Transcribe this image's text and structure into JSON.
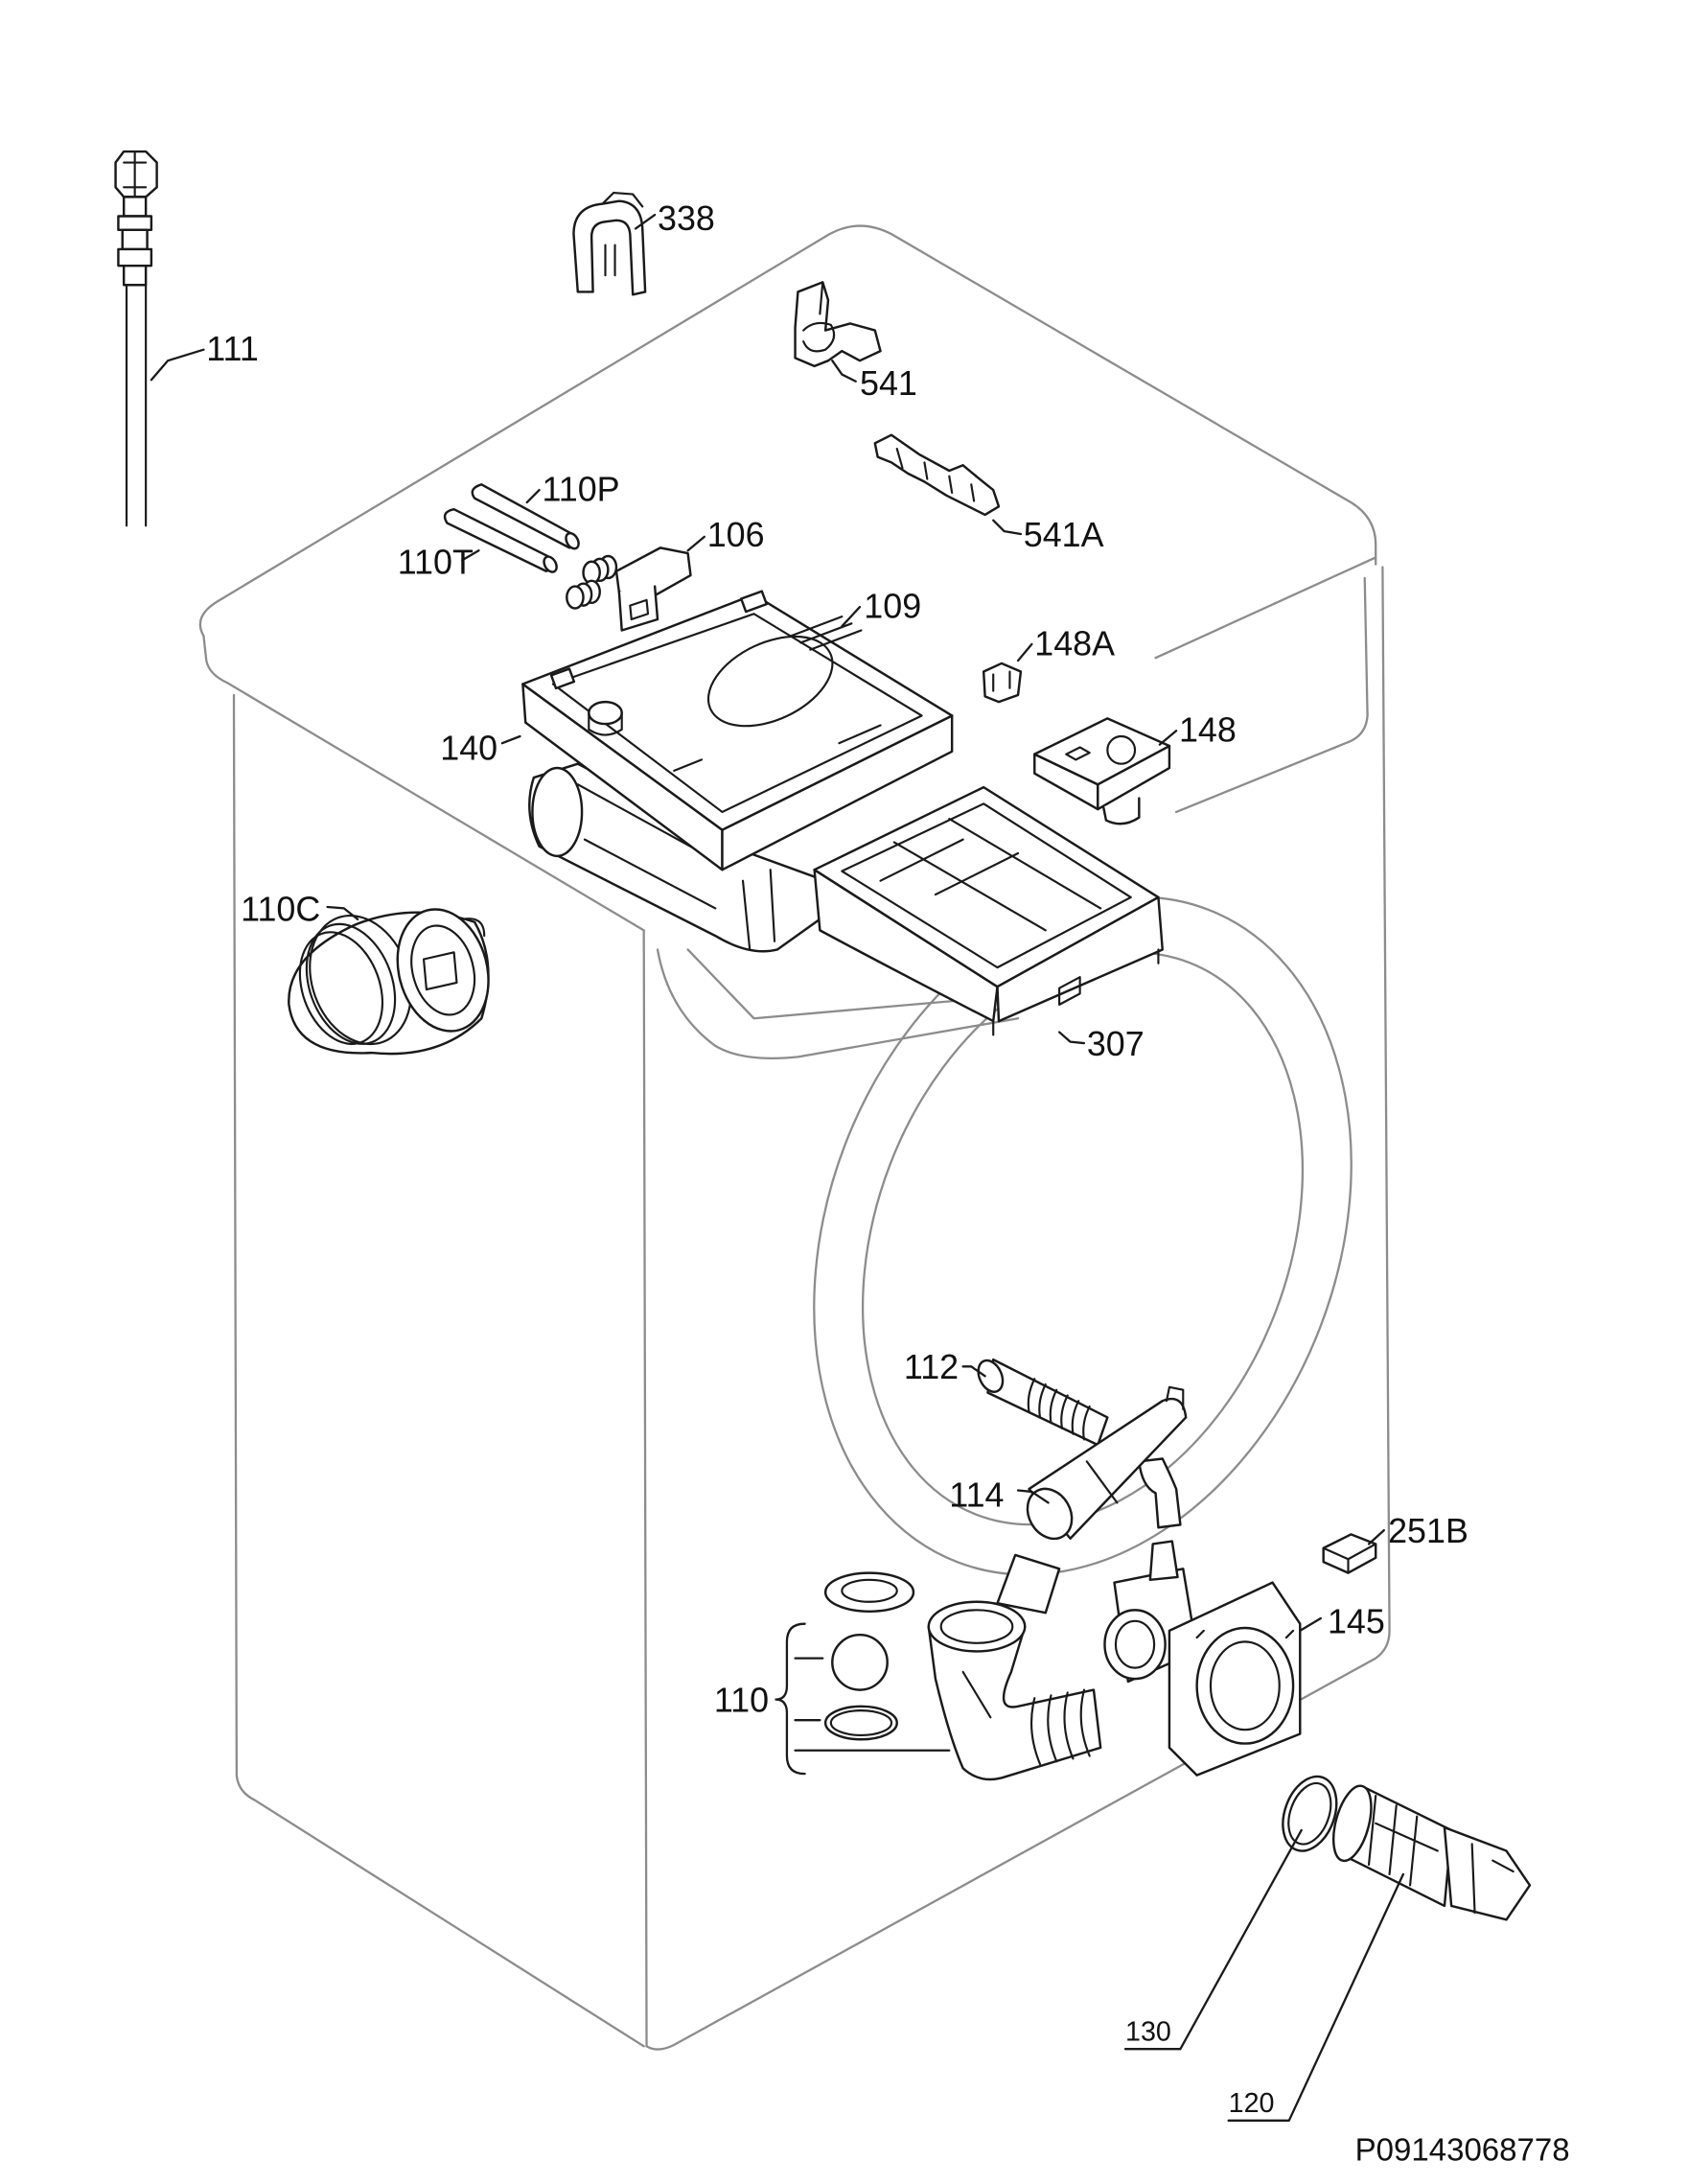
{
  "colors": {
    "background": "#ffffff",
    "part_line": "#1a1a1a",
    "body_line": "#8c8c8c"
  },
  "callouts": {
    "p338": "338",
    "p111": "111",
    "p541": "541",
    "p110P": "110P",
    "p541A": "541A",
    "p106": "106",
    "p110T": "110T",
    "p109": "109",
    "p148A": "148A",
    "p140": "140",
    "p148": "148",
    "p110C": "110C",
    "p307": "307",
    "p112": "112",
    "p114": "114",
    "p251B": "251B",
    "p145": "145",
    "p110": "110",
    "p130": "130",
    "p120": "120"
  },
  "drawing_code": "P09143068778"
}
